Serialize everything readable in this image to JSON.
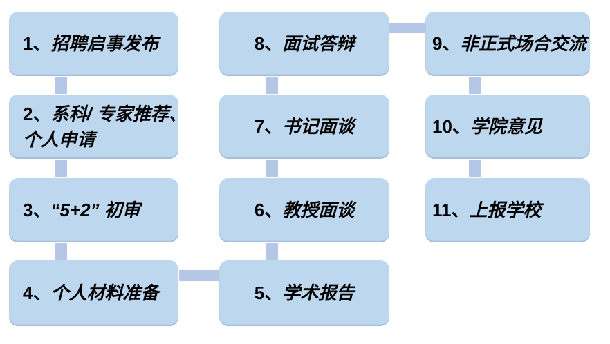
{
  "diagram": {
    "type": "flowchart",
    "description": "11-step recruitment process flow in three columns",
    "colors": {
      "box_fill": "#BDD7EE",
      "connector_fill": "#B4C7E7",
      "text": "#000000",
      "background": "#FFFFFF"
    },
    "flow_order": "1-2-3-4 down left column, 4 to 5 horizontal, 5-6-7-8 up middle column, 8 to 9 horizontal, 9-10-11 down right column"
  },
  "steps": [
    {
      "num": "1、",
      "text": "招聘启事发布",
      "text2": ""
    },
    {
      "num": "2、",
      "text": "系科/ 专家推荐、",
      "text2": "个人申请"
    },
    {
      "num": "3、",
      "text": "“5+2” 初审",
      "text2": ""
    },
    {
      "num": "4、",
      "text": "个人材料准备",
      "text2": ""
    },
    {
      "num": "5、",
      "text": "学术报告",
      "text2": ""
    },
    {
      "num": "6、",
      "text": "教授面谈",
      "text2": ""
    },
    {
      "num": "7、",
      "text": "书记面谈",
      "text2": ""
    },
    {
      "num": "8、",
      "text": "面试答辩",
      "text2": ""
    },
    {
      "num": "9、",
      "text": "非正式场合交流",
      "text2": ""
    },
    {
      "num": "10、",
      "text": "学院意见",
      "text2": ""
    },
    {
      "num": "11、",
      "text": "上报学校",
      "text2": ""
    }
  ]
}
